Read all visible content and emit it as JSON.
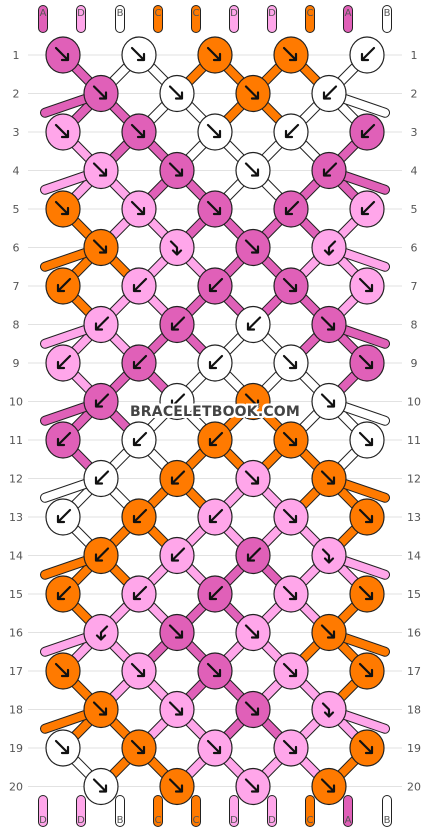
{
  "watermark": "BRACELETBOOK.COM",
  "colors": {
    "A": "#e060b8",
    "B": "#ffffff",
    "C": "#ff7a00",
    "D": "#ffa6ea"
  },
  "top_strings": [
    "A",
    "D",
    "B",
    "C",
    "C",
    "D",
    "D",
    "C",
    "A",
    "B"
  ],
  "bottom_strings": [
    "D",
    "D",
    "B",
    "C",
    "C",
    "D",
    "D",
    "C",
    "A",
    "B"
  ],
  "row_labels": [
    "1",
    "2",
    "3",
    "4",
    "5",
    "6",
    "7",
    "8",
    "9",
    "10",
    "11",
    "12",
    "13",
    "14",
    "15",
    "16",
    "17",
    "18",
    "19",
    "20"
  ],
  "rows": [
    {
      "knots": [
        {
          "c": "A",
          "d": "down-right"
        },
        {
          "c": "B",
          "d": "down-right"
        },
        {
          "c": "C",
          "d": "down-right"
        },
        {
          "c": "C",
          "d": "down-right"
        },
        {
          "c": "B",
          "d": "down-left"
        }
      ]
    },
    {
      "knots": [
        {
          "c": "A",
          "d": "down-right"
        },
        {
          "c": "B",
          "d": "down-right"
        },
        {
          "c": "C",
          "d": "down-right"
        },
        {
          "c": "B",
          "d": "down-left"
        }
      ]
    },
    {
      "knots": [
        {
          "c": "D",
          "d": "down-right"
        },
        {
          "c": "A",
          "d": "down-right"
        },
        {
          "c": "B",
          "d": "down-right"
        },
        {
          "c": "B",
          "d": "down-left"
        },
        {
          "c": "A",
          "d": "down-left"
        }
      ]
    },
    {
      "knots": [
        {
          "c": "D",
          "d": "down-right"
        },
        {
          "c": "A",
          "d": "down-right"
        },
        {
          "c": "B",
          "d": "down-right"
        },
        {
          "c": "A",
          "d": "down-left"
        }
      ]
    },
    {
      "knots": [
        {
          "c": "C",
          "d": "down-right"
        },
        {
          "c": "D",
          "d": "down-right"
        },
        {
          "c": "A",
          "d": "down-right"
        },
        {
          "c": "A",
          "d": "down-left"
        },
        {
          "c": "D",
          "d": "down-left"
        }
      ]
    },
    {
      "knots": [
        {
          "c": "C",
          "d": "down-right"
        },
        {
          "c": "D",
          "d": "right-down"
        },
        {
          "c": "A",
          "d": "down-right"
        },
        {
          "c": "D",
          "d": "left-down"
        }
      ]
    },
    {
      "knots": [
        {
          "c": "C",
          "d": "down-left"
        },
        {
          "c": "D",
          "d": "down-left"
        },
        {
          "c": "A",
          "d": "down-left"
        },
        {
          "c": "A",
          "d": "down-right"
        },
        {
          "c": "D",
          "d": "down-right"
        }
      ]
    },
    {
      "knots": [
        {
          "c": "D",
          "d": "down-left"
        },
        {
          "c": "A",
          "d": "down-left"
        },
        {
          "c": "B",
          "d": "down-left"
        },
        {
          "c": "A",
          "d": "down-right"
        }
      ]
    },
    {
      "knots": [
        {
          "c": "D",
          "d": "down-left"
        },
        {
          "c": "A",
          "d": "down-left"
        },
        {
          "c": "B",
          "d": "down-left"
        },
        {
          "c": "B",
          "d": "down-right"
        },
        {
          "c": "A",
          "d": "down-right"
        }
      ]
    },
    {
      "knots": [
        {
          "c": "A",
          "d": "down-left"
        },
        {
          "c": "B",
          "d": "down-left"
        },
        {
          "c": "C",
          "d": "down-right"
        },
        {
          "c": "B",
          "d": "down-right"
        }
      ]
    },
    {
      "knots": [
        {
          "c": "A",
          "d": "down-left"
        },
        {
          "c": "B",
          "d": "down-left"
        },
        {
          "c": "C",
          "d": "down-left"
        },
        {
          "c": "C",
          "d": "down-right"
        },
        {
          "c": "B",
          "d": "down-right"
        }
      ]
    },
    {
      "knots": [
        {
          "c": "B",
          "d": "down-left"
        },
        {
          "c": "C",
          "d": "down-left"
        },
        {
          "c": "D",
          "d": "down-right"
        },
        {
          "c": "C",
          "d": "down-right"
        }
      ]
    },
    {
      "knots": [
        {
          "c": "B",
          "d": "down-left"
        },
        {
          "c": "C",
          "d": "down-left"
        },
        {
          "c": "D",
          "d": "down-left"
        },
        {
          "c": "D",
          "d": "down-right"
        },
        {
          "c": "C",
          "d": "down-right"
        }
      ]
    },
    {
      "knots": [
        {
          "c": "C",
          "d": "down-left"
        },
        {
          "c": "D",
          "d": "down-left"
        },
        {
          "c": "A",
          "d": "down-left"
        },
        {
          "c": "D",
          "d": "right-down"
        }
      ]
    },
    {
      "knots": [
        {
          "c": "C",
          "d": "down-left"
        },
        {
          "c": "D",
          "d": "down-left"
        },
        {
          "c": "A",
          "d": "down-left"
        },
        {
          "c": "D",
          "d": "down-right"
        },
        {
          "c": "C",
          "d": "down-right"
        }
      ]
    },
    {
      "knots": [
        {
          "c": "D",
          "d": "left-down"
        },
        {
          "c": "A",
          "d": "down-right"
        },
        {
          "c": "D",
          "d": "down-right"
        },
        {
          "c": "C",
          "d": "down-right"
        }
      ]
    },
    {
      "knots": [
        {
          "c": "C",
          "d": "down-right"
        },
        {
          "c": "D",
          "d": "down-right"
        },
        {
          "c": "A",
          "d": "down-right"
        },
        {
          "c": "D",
          "d": "down-right"
        },
        {
          "c": "C",
          "d": "down-right"
        }
      ]
    },
    {
      "knots": [
        {
          "c": "C",
          "d": "down-right"
        },
        {
          "c": "D",
          "d": "down-right"
        },
        {
          "c": "A",
          "d": "down-right"
        },
        {
          "c": "D",
          "d": "right-down"
        }
      ]
    },
    {
      "knots": [
        {
          "c": "B",
          "d": "down-right"
        },
        {
          "c": "C",
          "d": "down-right"
        },
        {
          "c": "D",
          "d": "down-right"
        },
        {
          "c": "D",
          "d": "down-right"
        },
        {
          "c": "C",
          "d": "down-right"
        }
      ]
    },
    {
      "knots": [
        {
          "c": "B",
          "d": "down-right"
        },
        {
          "c": "C",
          "d": "down-right"
        },
        {
          "c": "D",
          "d": "down-right"
        },
        {
          "c": "C",
          "d": "down-right"
        }
      ]
    }
  ]
}
